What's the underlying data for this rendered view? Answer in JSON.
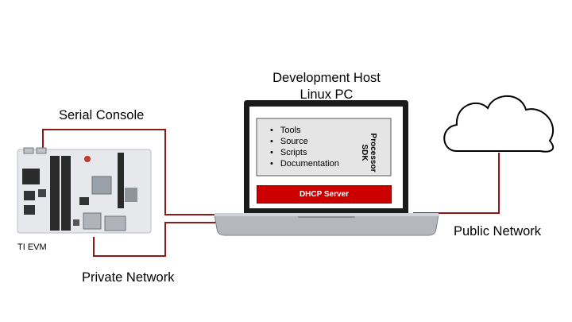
{
  "diagram": {
    "host_title_line1": "Development Host",
    "host_title_line2": "Linux PC",
    "serial_console": "Serial Console",
    "private_network": "Private Network",
    "public_network": "Public Network",
    "evm_label": "TI EVM",
    "sdk_items": [
      "Tools",
      "Source",
      "Scripts",
      "Documentation"
    ],
    "sdk_title_line1": "Processor",
    "sdk_title_line2": "SDK",
    "dhcp_server": "DHCP Server"
  },
  "colors": {
    "connection_line": "#8b1a1a",
    "dhcp_fill": "#cc0000",
    "board": "#e6e8ec"
  },
  "icons": [
    "laptop-icon",
    "cloud-icon",
    "ti-evm-board-icon"
  ]
}
